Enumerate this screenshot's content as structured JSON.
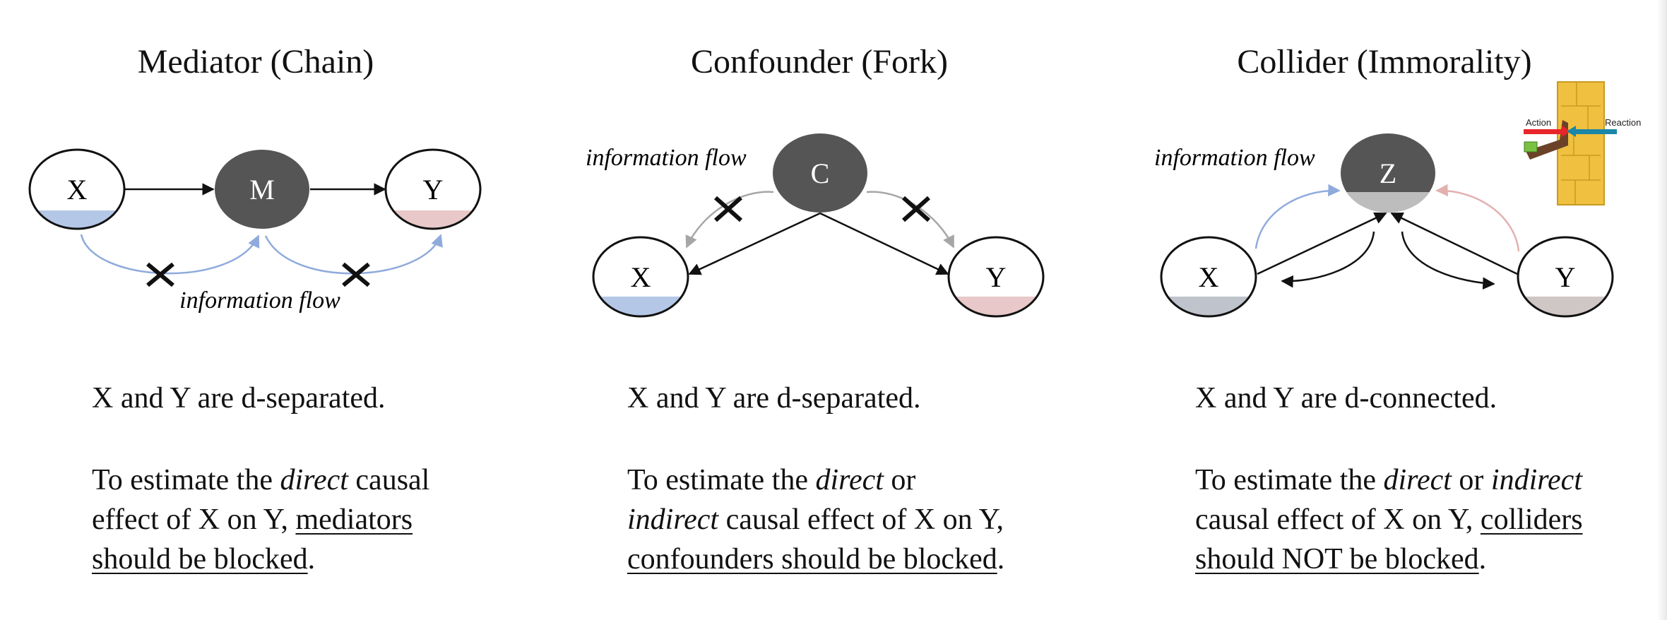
{
  "flow_label": "information flow",
  "colors": {
    "dark_node": "#555555",
    "x_fill": "#b4c7e7",
    "y_fill": "#e8c8c8",
    "collider_fill": "#bdbdbd",
    "flow_x": "#8faadc",
    "flow_y": "#e3b0b0",
    "flow_grey": "#a6a6a6"
  },
  "panels": {
    "mediator": {
      "title": "Mediator (Chain)",
      "nodes": {
        "left": "X",
        "middle": "M",
        "right": "Y"
      },
      "summary": "X and Y are d-separated.",
      "estimate": {
        "line1_pre": "To estimate the ",
        "line1_em": "direct",
        "line1_post": " causal",
        "line2_pre": "effect of X on Y, ",
        "line2_u": "mediators",
        "line3_u": "should be blocked",
        "line3_post": "."
      }
    },
    "confounder": {
      "title": "Confounder (Fork)",
      "nodes": {
        "top": "C",
        "left": "X",
        "right": "Y"
      },
      "summary": "X and Y are d-separated.",
      "estimate": {
        "line1_pre": "To estimate the ",
        "line1_em": "direct",
        "line1_post": " or",
        "line2_em": "indirect",
        "line2_post": " causal effect of X on Y,",
        "line3_u": "confounders should be blocked",
        "line3_post": "."
      }
    },
    "collider": {
      "title": "Collider (Immorality)",
      "nodes": {
        "top": "Z",
        "left": "X",
        "right": "Y"
      },
      "summary": "X and Y are d-connected.",
      "estimate": {
        "line1_pre": "To estimate the ",
        "line1_em": "direct",
        "line1_mid": " or ",
        "line1_em2": "indirect",
        "line2_pre": "causal effect of X on Y, ",
        "line2_u": "colliders",
        "line3_u": "should NOT be blocked",
        "line3_post": "."
      },
      "illustration": {
        "action_label": "Action",
        "reaction_label": "Reaction"
      }
    }
  }
}
